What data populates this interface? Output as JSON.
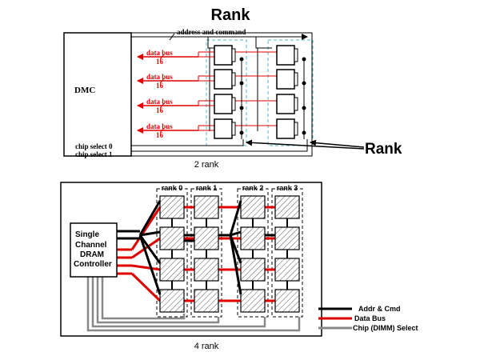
{
  "title": "Rank",
  "top_diagram": {
    "controller_label": "DMC",
    "address_label": "address and command",
    "data_bus_label": "data bus",
    "data_bus_width": "16",
    "chip_select_0": "chip select 0",
    "chip_select_1": "chip select 1",
    "caption": "2 rank",
    "callout_label": "Rank"
  },
  "bottom_diagram": {
    "controller_lines": [
      "Single",
      "Channel",
      "DRAM",
      "Controller"
    ],
    "rank_labels": [
      "rank 0",
      "rank 1",
      "rank 2",
      "rank 3"
    ],
    "caption": "4 rank",
    "legend": [
      {
        "label": "Addr & Cmd",
        "color": "#000000"
      },
      {
        "label": "Data Bus",
        "color": "#e00000"
      },
      {
        "label": "Chip (DIMM) Select",
        "color": "#888888"
      }
    ]
  },
  "colors": {
    "data_bus": "#e00000",
    "module_outline": "#4ab8d0",
    "chip_select": "#888888"
  }
}
